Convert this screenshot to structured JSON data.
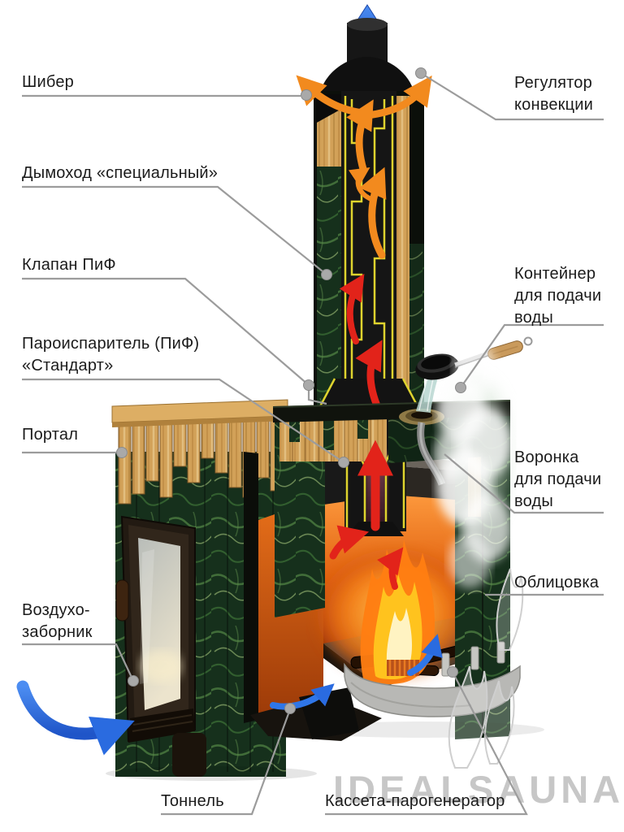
{
  "diagram": {
    "watermark": "IDEALSAUNA",
    "labels": {
      "shiber": {
        "text": "Шибер"
      },
      "dymohod": {
        "text": "Дымоход «специальный»"
      },
      "klapan": {
        "text": "Клапан ПиФ"
      },
      "paroisparitel": {
        "line1": "Пароиспаритель (ПиФ)",
        "line2": "«Стандарт»"
      },
      "portal": {
        "text": "Портал"
      },
      "vozduhozabornik": {
        "line1": "Воздухо-",
        "line2": "заборник"
      },
      "regulator": {
        "line1": "Регулятор",
        "line2": "конвекции"
      },
      "konteyner": {
        "line1": "Контейнер",
        "line2": "для подачи",
        "line3": "воды"
      },
      "voronka": {
        "line1": "Воронка",
        "line2": "для подачи",
        "line3": "воды"
      },
      "oblitsovka": {
        "text": "Облицовка"
      },
      "tonnel": {
        "text": "Тоннель"
      },
      "kasseta": {
        "text": "Кассета-парогенератор"
      }
    },
    "colors": {
      "hot_flow_arrow": "#e2231a",
      "warm_flow_arrow": "#f28a1e",
      "air_flow_arrow": "#2a6be0",
      "chimney_trim": "#ded32e",
      "stone_green": "#16301c",
      "wood": "#d2a158",
      "leader_line": "#9c9c9c",
      "label_text": "#1b1b1b",
      "watermark": "#c7c7c7"
    }
  }
}
